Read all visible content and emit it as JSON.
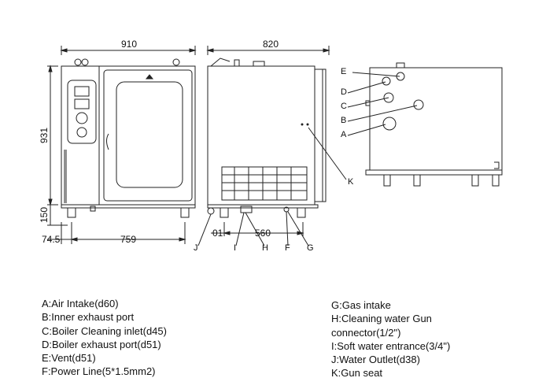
{
  "dimensions": {
    "front_width": "910",
    "side_width": "820",
    "height": "931",
    "foot_height": "150",
    "foot_offset": "74.5",
    "foot_span": "759",
    "side_partial": "01",
    "side_span": "560"
  },
  "markers": {
    "top": [
      "E",
      "D",
      "C",
      "B",
      "A"
    ],
    "k": "K",
    "bottom": [
      "J",
      "I",
      "H",
      "F",
      "G"
    ]
  },
  "legend": {
    "left": [
      "A:Air Intake(d60)",
      "B:Inner exhaust port",
      "C:Boiler Cleaning inlet(d45)",
      "D:Boiler exhaust port(d51)",
      "E:Vent(d51)",
      "F:Power Line(5*1.5mm2)"
    ],
    "right": [
      "G:Gas intake",
      "H:Cleaning water Gun",
      "connector(1/2\")",
      "I:Soft water entrance(3/4\")",
      "J:Water Outlet(d38)",
      "K:Gun seat"
    ]
  }
}
